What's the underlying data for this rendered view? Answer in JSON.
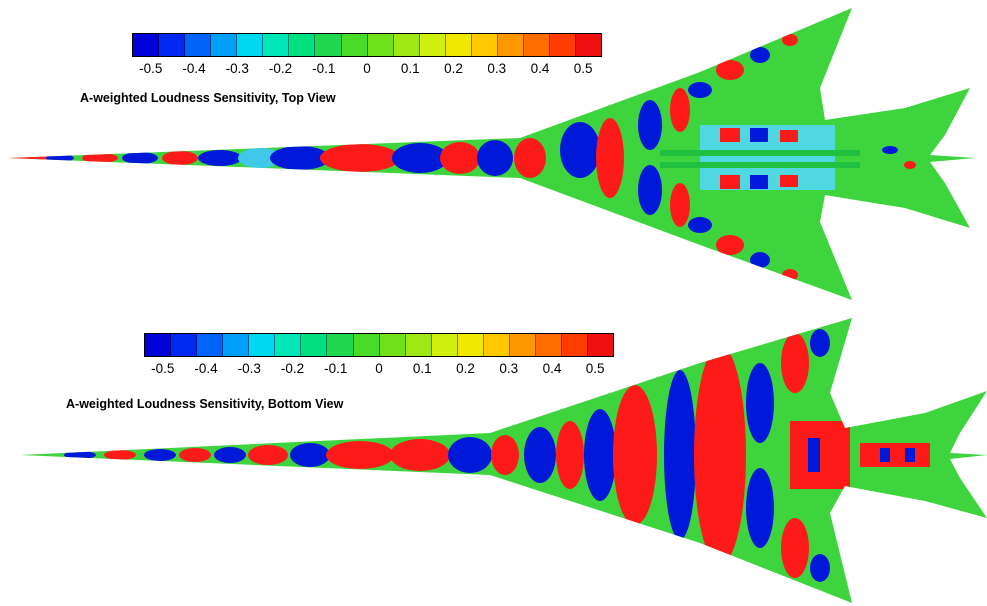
{
  "colorbar": {
    "ticks": [
      "-0.5",
      "-0.4",
      "-0.3",
      "-0.2",
      "-0.1",
      "0",
      "0.1",
      "0.2",
      "0.3",
      "0.4",
      "0.5"
    ],
    "colors": [
      "#0000d8",
      "#0028f0",
      "#0064f8",
      "#00a0f8",
      "#00d8f0",
      "#00e8b8",
      "#00e080",
      "#20d850",
      "#48dc28",
      "#70e018",
      "#a0e814",
      "#d0f010",
      "#f0e800",
      "#ffc800",
      "#ff9800",
      "#ff6c00",
      "#ff3c00",
      "#f01010"
    ]
  },
  "top_view": {
    "title": "A-weighted Loudness Sensitivity, Top View"
  },
  "bottom_view": {
    "title": "A-weighted Loudness Sensitivity, Bottom View"
  }
}
